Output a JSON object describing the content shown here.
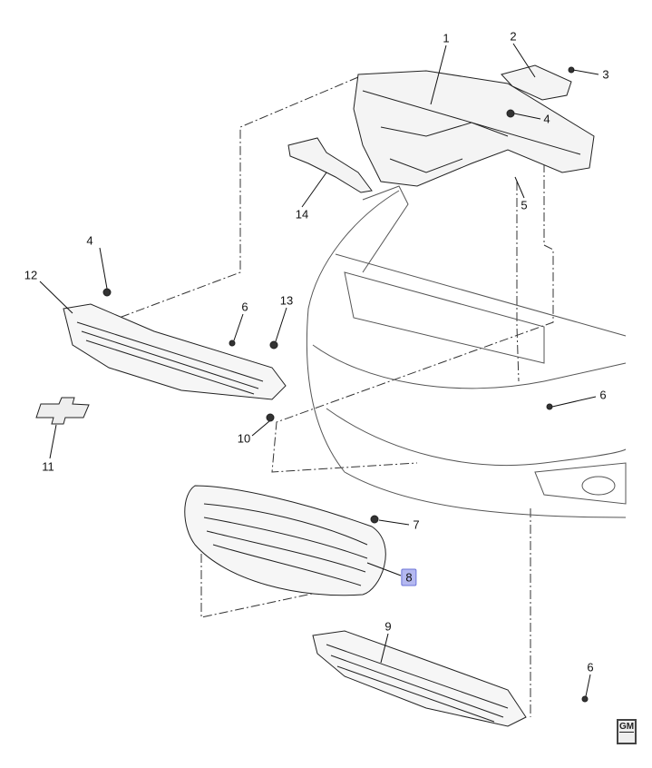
{
  "diagram": {
    "callouts": [
      {
        "id": "c1",
        "label": "1"
      },
      {
        "id": "c2",
        "label": "2"
      },
      {
        "id": "c3",
        "label": "3"
      },
      {
        "id": "c4a",
        "label": "4"
      },
      {
        "id": "c5",
        "label": "5"
      },
      {
        "id": "c14",
        "label": "14"
      },
      {
        "id": "c4b",
        "label": "4"
      },
      {
        "id": "c12",
        "label": "12"
      },
      {
        "id": "c6a",
        "label": "6"
      },
      {
        "id": "c13",
        "label": "13"
      },
      {
        "id": "c6b",
        "label": "6"
      },
      {
        "id": "c10",
        "label": "10"
      },
      {
        "id": "c11",
        "label": "11"
      },
      {
        "id": "c7",
        "label": "7"
      },
      {
        "id": "c8",
        "label": "8"
      },
      {
        "id": "c9",
        "label": "9"
      },
      {
        "id": "c6c",
        "label": "6"
      }
    ],
    "highlighted_callout": "8",
    "highlight_color": "#b4b8f0",
    "logo": "GM"
  }
}
